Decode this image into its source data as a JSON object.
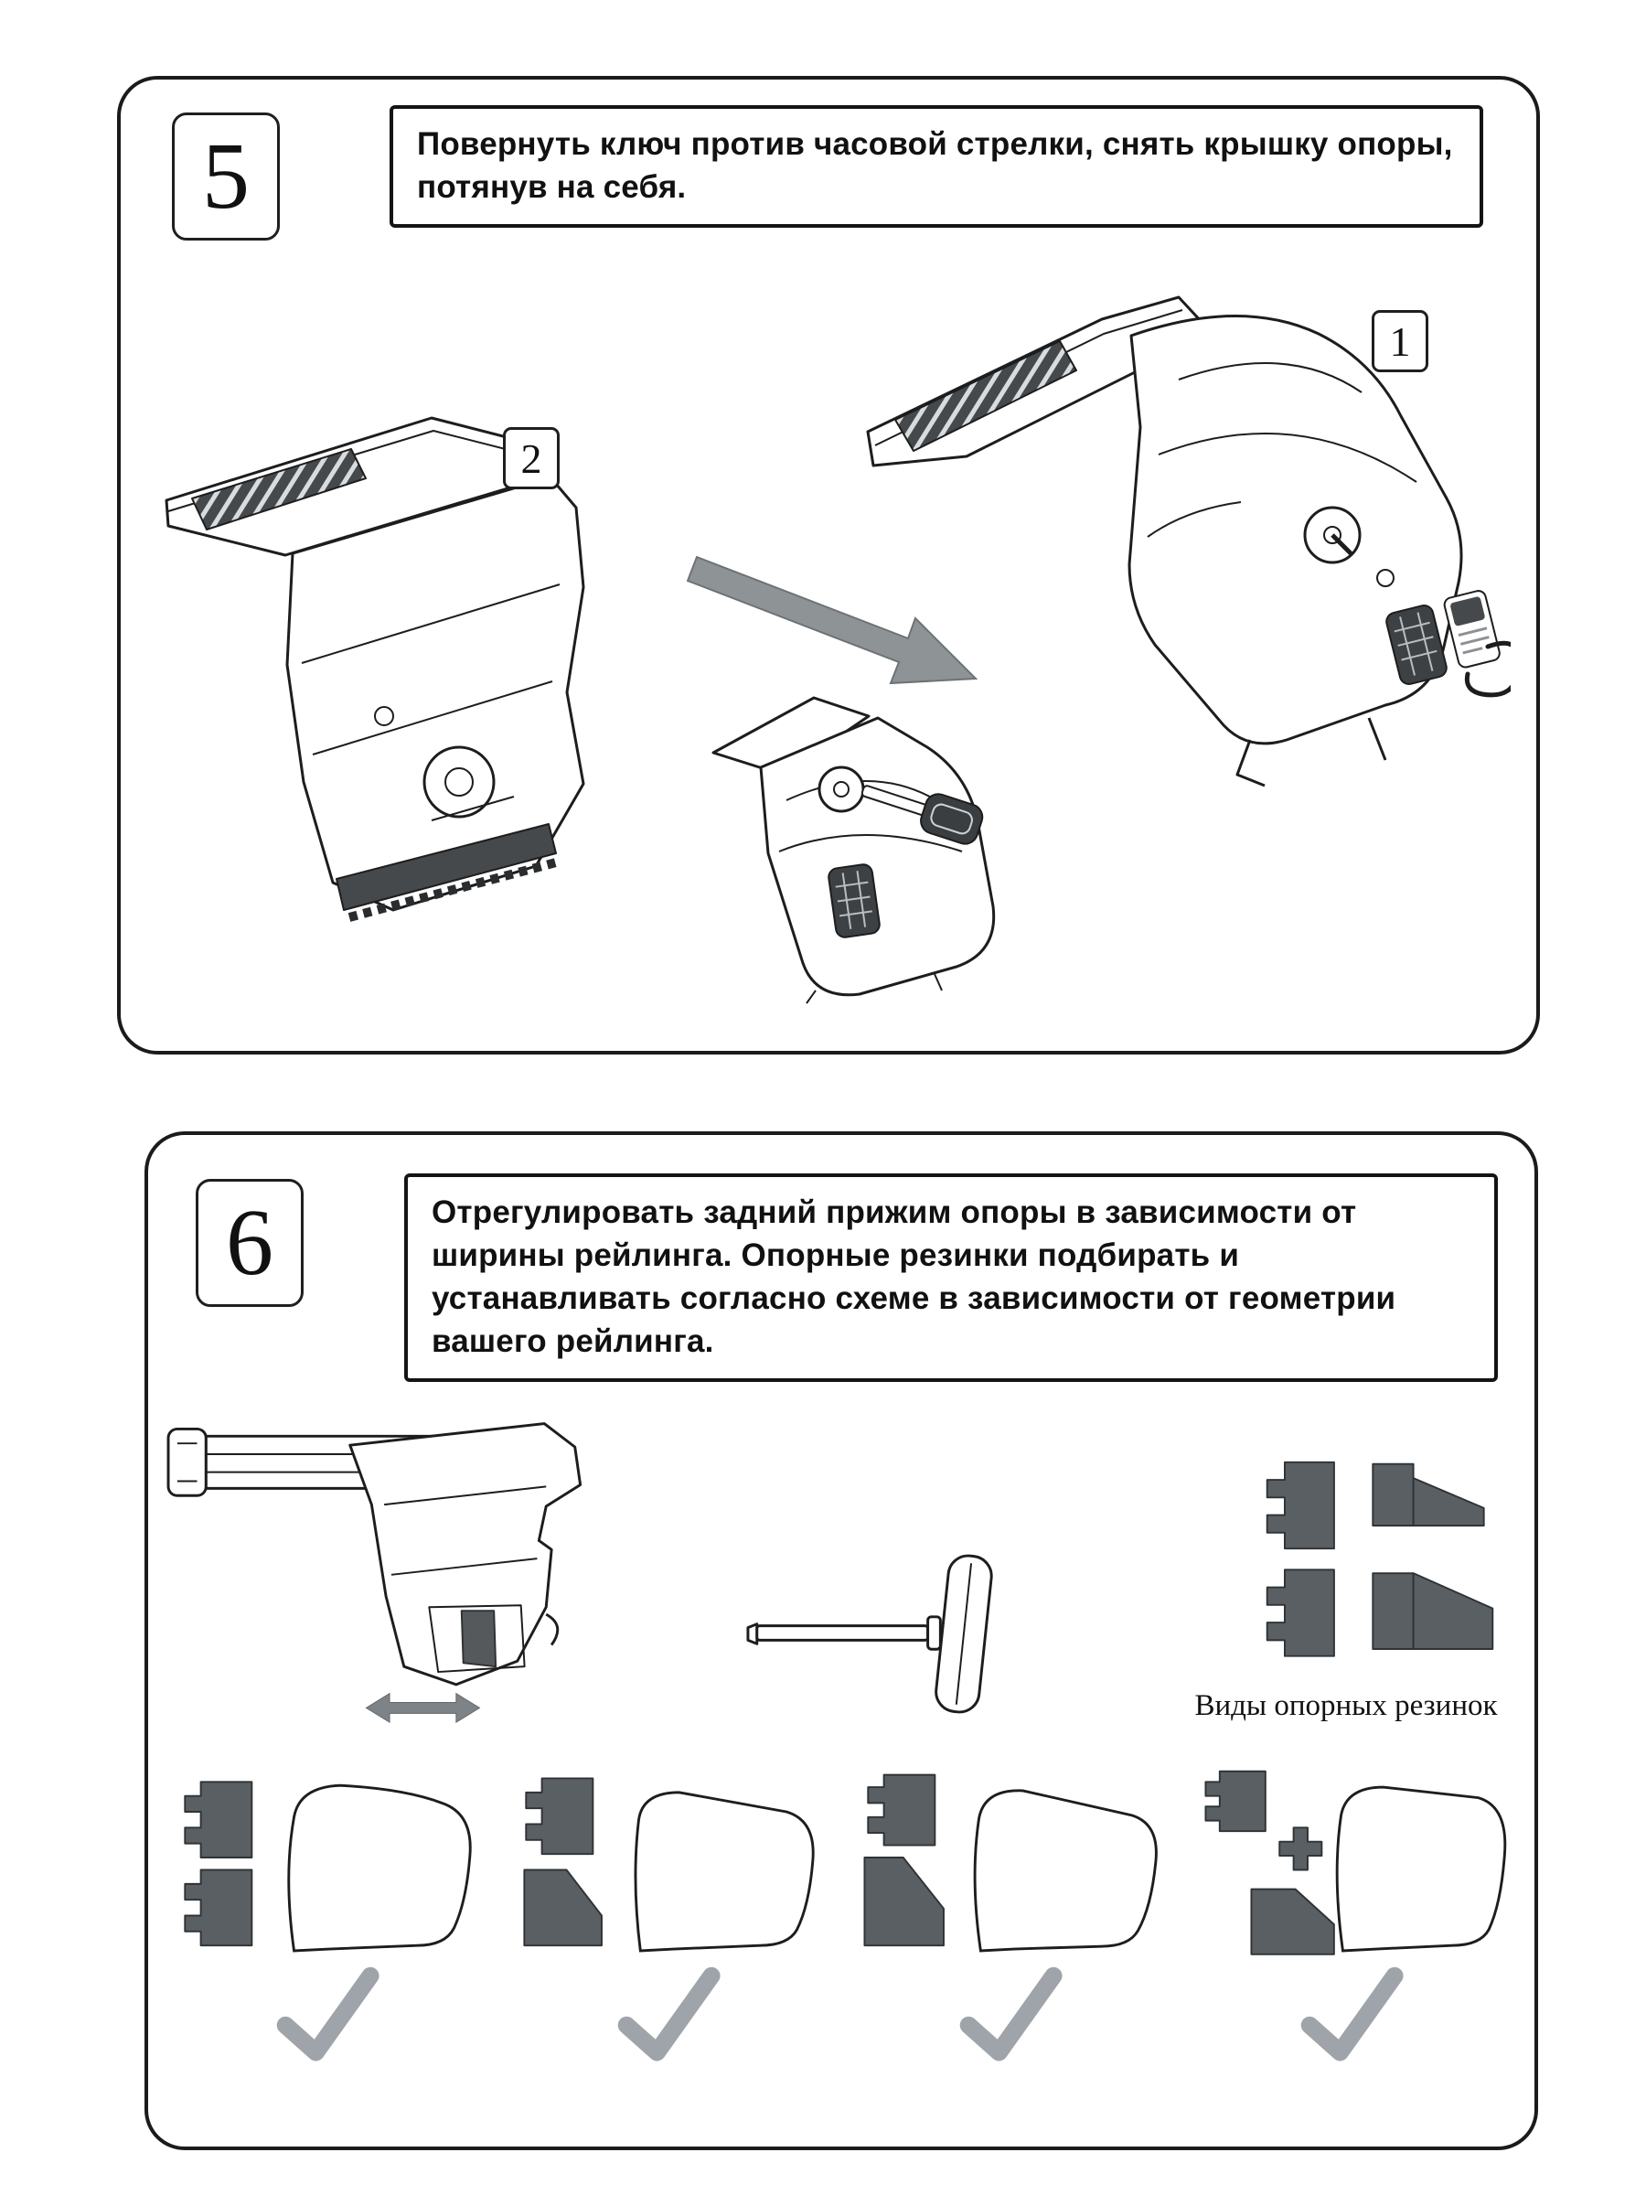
{
  "document": {
    "kind": "installation-manual-page",
    "language": "ru",
    "background": "#ffffff"
  },
  "steps": [
    {
      "number": "5",
      "instruction": "Повернуть ключ  против часовой стрелки, снять крышку опоры, потянув на себя.",
      "labels": {
        "cover_on": "1",
        "cover_off": "2"
      }
    },
    {
      "number": "6",
      "instruction": "Отрегулировать задний прижим опоры в зависимости от ширины рейлинга. Опорные резинки подбирать и устанавливать согласно схеме в зависимости от геометрии вашего рейлинга.",
      "caption": "Виды опорных резинок",
      "options": [
        {
          "id": 1,
          "checked": true
        },
        {
          "id": 2,
          "checked": true
        },
        {
          "id": 3,
          "checked": true
        },
        {
          "id": 4,
          "checked": true
        }
      ]
    }
  ],
  "colors": {
    "line": "#1d1d1d",
    "pad_fill": "#5a5f63",
    "stripe_band": "#45494c",
    "arrow_fill": "#8e9396",
    "checkmark": "#9ea4a9"
  },
  "icons": [
    "roof-rack-foot-open-illustration",
    "roof-rack-foot-closed-illustration",
    "key-in-lock-illustration",
    "transition-arrow-icon",
    "foot-side-view-illustration",
    "hex-key-illustration",
    "rubber-pads-illustration",
    "rail-profile-option",
    "checkmark-icon"
  ]
}
